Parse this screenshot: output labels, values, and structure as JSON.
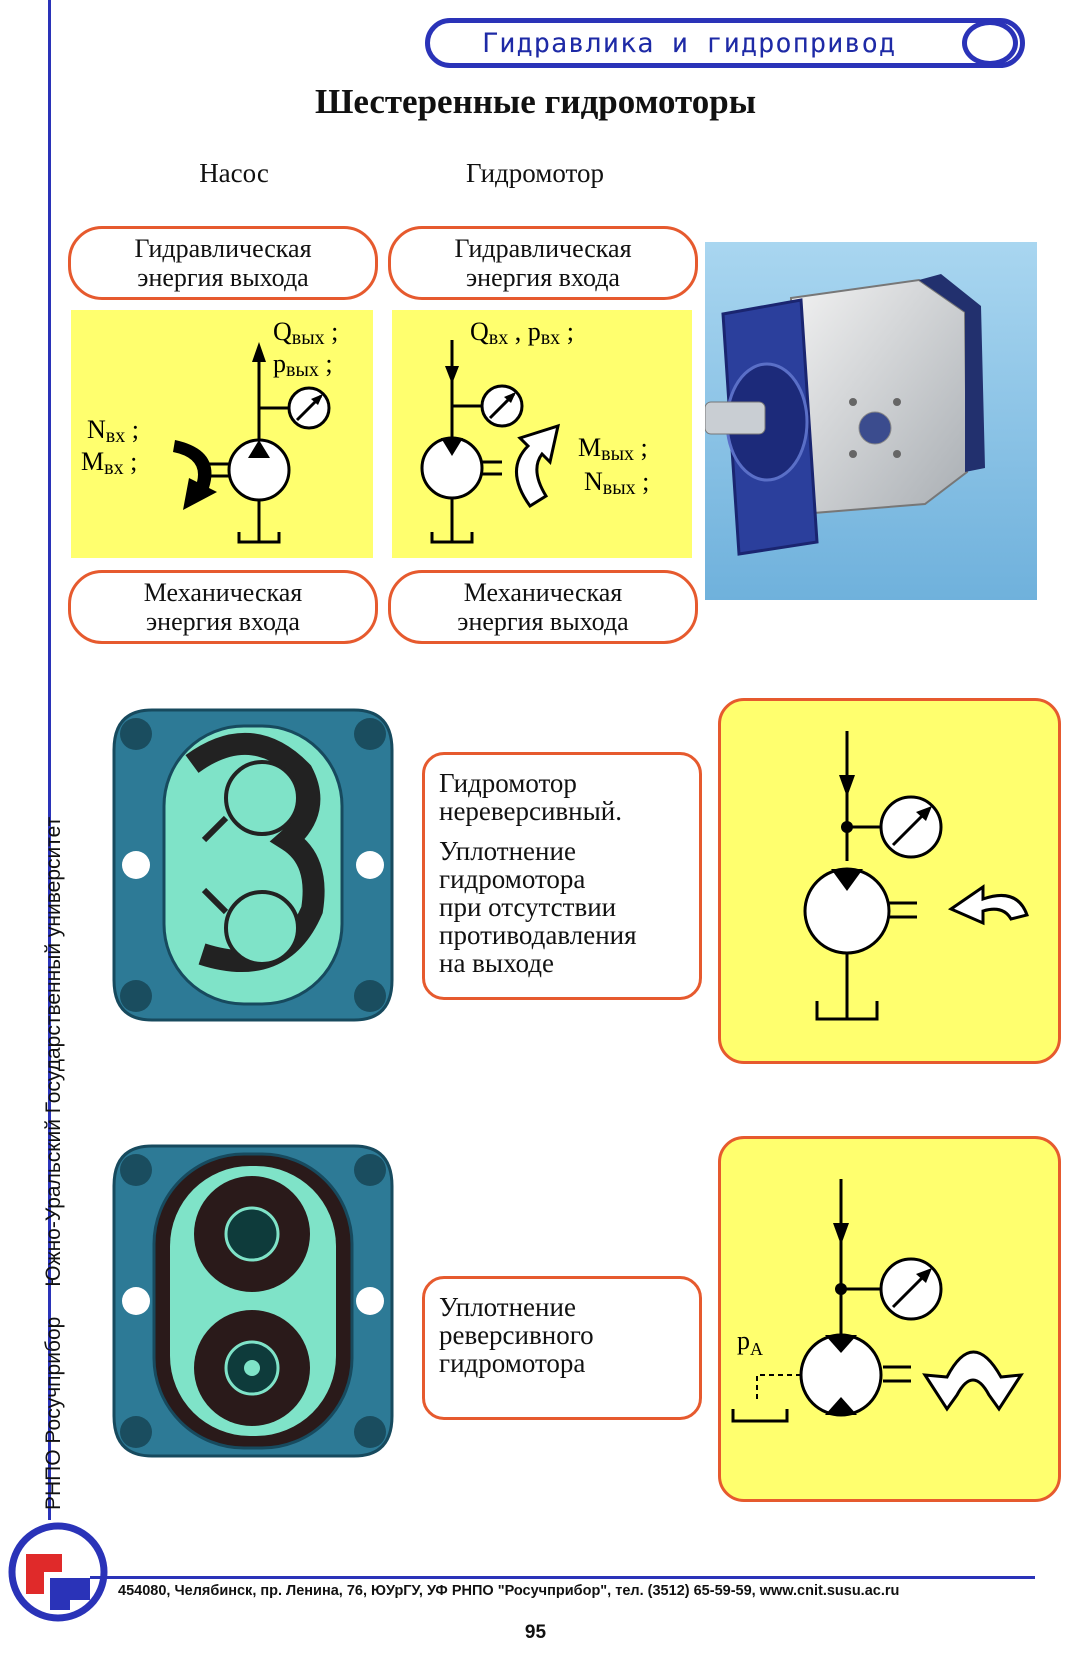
{
  "header": {
    "section_title": "Гидравлика и гидропривод"
  },
  "page_title": "Шестеренные гидромоторы",
  "columns": {
    "pump": {
      "heading": "Насос",
      "top_label": [
        "Гидравлическая",
        "энергия выхода"
      ],
      "bottom_label": [
        "Механическая",
        "энергия входа"
      ],
      "sym_q": "Q",
      "sym_q_sub": "вых",
      "sym_p": "p",
      "sym_p_sub": "вых",
      "sym_n": "N",
      "sym_n_sub": "вх",
      "sym_m": "M",
      "sym_m_sub": "вх"
    },
    "motor": {
      "heading": "Гидромотор",
      "top_label": [
        "Гидравлическая",
        "энергия входа"
      ],
      "bottom_label": [
        "Механическая",
        "энергия выхода"
      ],
      "sym_q": "Q",
      "sym_q_sub": "вх",
      "sym_p": "p",
      "sym_p_sub": "вх",
      "sym_m": "M",
      "sym_m_sub": "вых",
      "sym_n": "N",
      "sym_n_sub": "вых"
    }
  },
  "section_nonreversible": {
    "text_1": [
      "Гидромотор",
      "нереверсивный."
    ],
    "text_2": [
      "Уплотнение",
      "гидромотора",
      "при отсутствии",
      "противодавления",
      "на выходе"
    ]
  },
  "section_reversible": {
    "text": [
      "Уплотнение",
      "реверсивного",
      "гидромотора"
    ],
    "symbol_label": "p",
    "symbol_label_sub": "A"
  },
  "side_text": {
    "org": "РНПО Росучприбор",
    "university": "Южно-Уральский Государственный университет"
  },
  "footer": {
    "address": "454080, Челябинск, пр. Ленина, 76, ЮУрГУ, УФ РНПО \"Росучприбор\", тел. (3512) 65-59-59, www.cnit.susu.ac.ru",
    "page_number": "95"
  },
  "colors": {
    "accent_blue": "#2a33b8",
    "pill_border": "#e65a2e",
    "panel_yellow": "#ffff6e",
    "housing_teal": "#2d7a96",
    "chamber_mint": "#7fe3c8"
  }
}
